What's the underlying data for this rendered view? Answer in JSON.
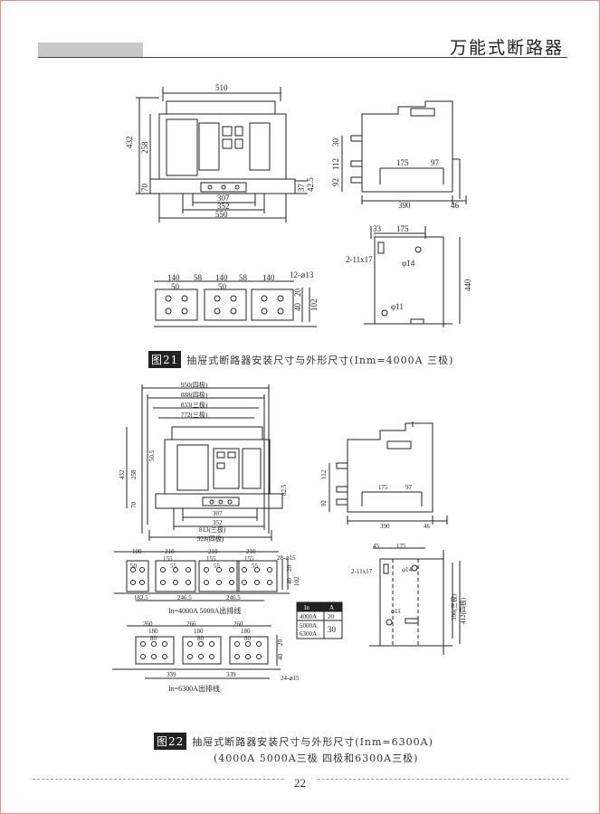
{
  "header": {
    "title": "万能式断路器"
  },
  "fig21": {
    "tag": "图21",
    "caption": "抽屉式断路器安装尺寸与外形尺寸(Inm=4000A 三极)",
    "front_dims": {
      "w510": "510",
      "h432": "432",
      "h258": "258",
      "h70": "70",
      "d37": "37",
      "d42_5": "42.5",
      "w307": "307",
      "w352": "352",
      "w550": "550"
    },
    "side_dims": {
      "d30": "30",
      "d112": "112",
      "d92": "92",
      "w175": "175",
      "w97": "97",
      "w390": "390",
      "w46": "46"
    },
    "bus_dims": {
      "a140": "140",
      "a58": "58",
      "b140": "140",
      "b58": "58",
      "c140": "140",
      "b50a": "50",
      "b50b": "50",
      "holes": "12-⌀13",
      "d20": "20",
      "d40": "40",
      "d102": "102"
    },
    "mount_dims": {
      "m33": "33",
      "m175": "175",
      "slots": "2-11x17",
      "phi14": "φ14",
      "h440": "440",
      "phi11": "φ11"
    }
  },
  "fig22": {
    "tag": "图22",
    "caption_line1": "抽屉式断路器安装尺寸与外形尺寸(Inm=6300A)",
    "caption_line2": "(4000A  5000A三极    四极和6300A三极)",
    "front_dims": {
      "w950": "950(四极)",
      "w888": "888(四极)",
      "w833": "833(三极)",
      "w772": "772(三极)",
      "h432": "432",
      "h258": "258",
      "h70": "70",
      "d50_5": "50.5",
      "d82_5": "82.5",
      "w307": "307",
      "w352": "352",
      "w813": "813(三极)",
      "w928": "928(四极)"
    },
    "side_dims": {
      "d112": "112",
      "d92": "92",
      "w175": "175",
      "w97": "97",
      "w390": "390",
      "w46": "46"
    },
    "bus1": {
      "w100": "100",
      "w210a": "210",
      "w210b": "210",
      "w210c": "210",
      "w155a": "155",
      "w155b": "155",
      "w155c": "155",
      "w55a": "55",
      "w55b": "55",
      "w55c": "55",
      "w50": "50",
      "holes": "28-⌀15",
      "d20": "20",
      "d40": "40",
      "d102": "102",
      "w182_5": "182.5",
      "w246_5a": "246.5",
      "w246_5b": "246.5",
      "label": "In=4000A 5000A出排线"
    },
    "bus2": {
      "w260a": "260",
      "w260b": "260",
      "w266": "266",
      "w180a": "180",
      "w180b": "180",
      "w180c": "180",
      "w80a": "80",
      "w80b": "80",
      "w80c": "80",
      "d20": "20",
      "d40": "40",
      "w339a": "339",
      "w339b": "339",
      "holes": "24-⌀15",
      "label": "In=6300A出排线"
    },
    "table": {
      "h_in": "In",
      "h_a": "A",
      "r1_in": "4000A",
      "r1_a": "20",
      "r2_in": "5000A",
      "r3_in": "6300A",
      "r23_a": "30"
    },
    "mount_dims": {
      "m45": "45",
      "m175": "175",
      "slots": "2-11x17",
      "phi14": "φ14",
      "d396": "396(三极)",
      "d412": "412(四极)",
      "phi11": "φ11"
    }
  },
  "footer": {
    "page": "22"
  }
}
